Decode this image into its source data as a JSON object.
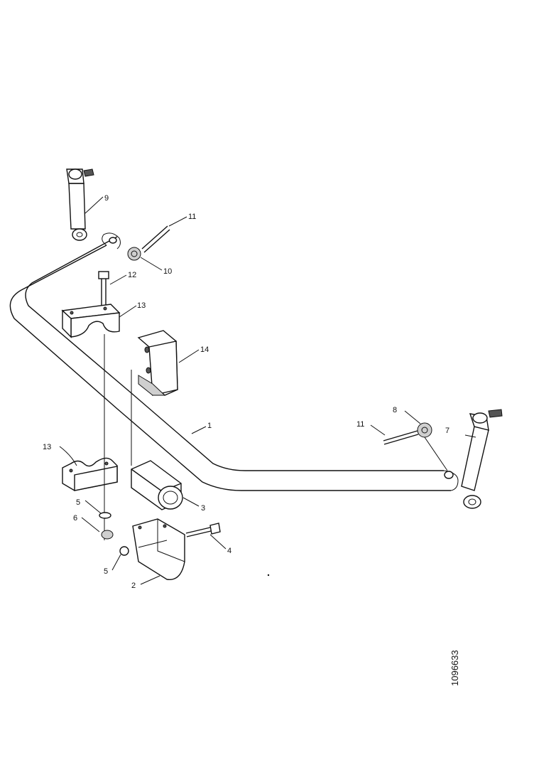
{
  "diagram": {
    "labels": {
      "p1": "1",
      "p2": "2",
      "p3": "3",
      "p4": "4",
      "p5a": "5",
      "p5b": "5",
      "p6": "6",
      "p7": "7",
      "p8": "8",
      "p9": "9",
      "p10": "10",
      "p11a": "11",
      "p11b": "11",
      "p12": "12",
      "p13a": "13",
      "p13b": "13",
      "p14": "14"
    },
    "reference_number": "1096633"
  }
}
